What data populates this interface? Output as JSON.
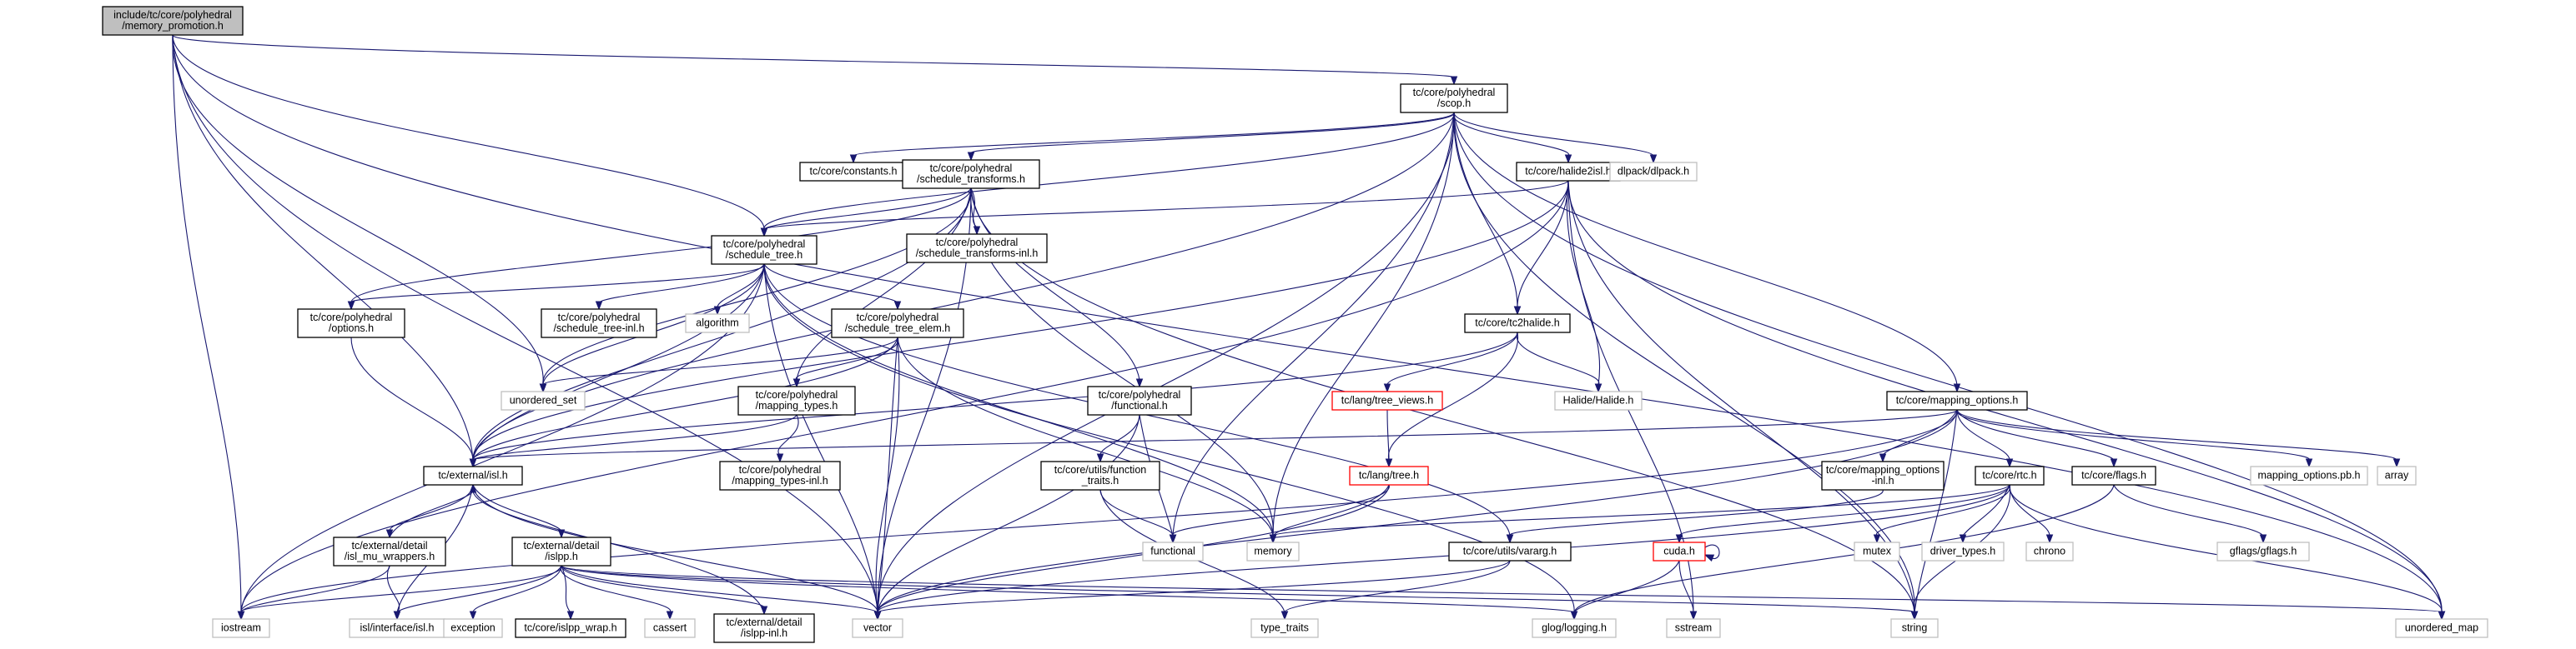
{
  "colors": {
    "edge": "#191970",
    "node_border": "#000000",
    "root_fill": "#bfbfbf",
    "system_border": "#bfbfbf",
    "truncated_border": "#ff0000",
    "text": "#000000"
  },
  "graph": {
    "nodes": [
      {
        "id": "memory_promotion",
        "lines": [
          "include/tc/core/polyhedral",
          "/memory_promotion.h"
        ],
        "style": "root"
      },
      {
        "id": "scop",
        "lines": [
          "tc/core/polyhedral",
          "/scop.h"
        ],
        "style": "normal"
      },
      {
        "id": "constants",
        "lines": [
          "tc/core/constants.h"
        ],
        "style": "normal"
      },
      {
        "id": "schedule_transforms",
        "lines": [
          "tc/core/polyhedral",
          "/schedule_transforms.h"
        ],
        "style": "normal"
      },
      {
        "id": "halide2isl",
        "lines": [
          "tc/core/halide2isl.h"
        ],
        "style": "normal"
      },
      {
        "id": "dlpack",
        "lines": [
          "dlpack/dlpack.h"
        ],
        "style": "system"
      },
      {
        "id": "schedule_transforms_inl",
        "lines": [
          "tc/core/polyhedral",
          "/schedule_transforms-inl.h"
        ],
        "style": "normal"
      },
      {
        "id": "schedule_tree",
        "lines": [
          "tc/core/polyhedral",
          "/schedule_tree.h"
        ],
        "style": "normal"
      },
      {
        "id": "options",
        "lines": [
          "tc/core/polyhedral",
          "/options.h"
        ],
        "style": "normal"
      },
      {
        "id": "schedule_tree_inl",
        "lines": [
          "tc/core/polyhedral",
          "/schedule_tree-inl.h"
        ],
        "style": "normal"
      },
      {
        "id": "algorithm",
        "lines": [
          "algorithm"
        ],
        "style": "system"
      },
      {
        "id": "schedule_tree_elem",
        "lines": [
          "tc/core/polyhedral",
          "/schedule_tree_elem.h"
        ],
        "style": "normal"
      },
      {
        "id": "tc2halide",
        "lines": [
          "tc/core/tc2halide.h"
        ],
        "style": "normal"
      },
      {
        "id": "unordered_set",
        "lines": [
          "unordered_set"
        ],
        "style": "system"
      },
      {
        "id": "mapping_types",
        "lines": [
          "tc/core/polyhedral",
          "/mapping_types.h"
        ],
        "style": "normal"
      },
      {
        "id": "functional_h",
        "lines": [
          "tc/core/polyhedral",
          "/functional.h"
        ],
        "style": "normal"
      },
      {
        "id": "tree_views",
        "lines": [
          "tc/lang/tree_views.h"
        ],
        "style": "truncated"
      },
      {
        "id": "halide_h",
        "lines": [
          "Halide/Halide.h"
        ],
        "style": "system"
      },
      {
        "id": "mapping_options",
        "lines": [
          "tc/core/mapping_options.h"
        ],
        "style": "normal"
      },
      {
        "id": "isl_h",
        "lines": [
          "tc/external/isl.h"
        ],
        "style": "normal"
      },
      {
        "id": "tree_h",
        "lines": [
          "tc/lang/tree.h"
        ],
        "style": "truncated"
      },
      {
        "id": "function_traits",
        "lines": [
          "tc/core/utils/function",
          "_traits.h"
        ],
        "style": "normal"
      },
      {
        "id": "mapping_types_inl",
        "lines": [
          "tc/core/polyhedral",
          "/mapping_types-inl.h"
        ],
        "style": "normal"
      },
      {
        "id": "mapping_options_inl",
        "lines": [
          "tc/core/mapping_options",
          "-inl.h"
        ],
        "style": "normal"
      },
      {
        "id": "rtc",
        "lines": [
          "tc/core/rtc.h"
        ],
        "style": "normal"
      },
      {
        "id": "flags",
        "lines": [
          "tc/core/flags.h"
        ],
        "style": "normal"
      },
      {
        "id": "mapping_options_pb",
        "lines": [
          "mapping_options.pb.h"
        ],
        "style": "system"
      },
      {
        "id": "array",
        "lines": [
          "array"
        ],
        "style": "system"
      },
      {
        "id": "isl_mu_wrappers",
        "lines": [
          "tc/external/detail",
          "/isl_mu_wrappers.h"
        ],
        "style": "normal"
      },
      {
        "id": "islpp",
        "lines": [
          "tc/external/detail",
          "/islpp.h"
        ],
        "style": "normal"
      },
      {
        "id": "functional",
        "lines": [
          "functional"
        ],
        "style": "system"
      },
      {
        "id": "memory",
        "lines": [
          "memory"
        ],
        "style": "system"
      },
      {
        "id": "vararg",
        "lines": [
          "tc/core/utils/vararg.h"
        ],
        "style": "normal"
      },
      {
        "id": "cuda_h",
        "lines": [
          "cuda.h"
        ],
        "style": "truncated"
      },
      {
        "id": "mutex",
        "lines": [
          "mutex"
        ],
        "style": "system"
      },
      {
        "id": "driver_types",
        "lines": [
          "driver_types.h"
        ],
        "style": "system"
      },
      {
        "id": "chrono",
        "lines": [
          "chrono"
        ],
        "style": "system"
      },
      {
        "id": "gflags",
        "lines": [
          "gflags/gflags.h"
        ],
        "style": "system"
      },
      {
        "id": "iostream",
        "lines": [
          "iostream"
        ],
        "style": "system"
      },
      {
        "id": "isl_interface",
        "lines": [
          "isl/interface/isl.h"
        ],
        "style": "system"
      },
      {
        "id": "exception",
        "lines": [
          "exception"
        ],
        "style": "system"
      },
      {
        "id": "islpp_wrap",
        "lines": [
          "tc/core/islpp_wrap.h"
        ],
        "style": "normal"
      },
      {
        "id": "cassert",
        "lines": [
          "cassert"
        ],
        "style": "system"
      },
      {
        "id": "islpp_inl",
        "lines": [
          "tc/external/detail",
          "/islpp-inl.h"
        ],
        "style": "normal"
      },
      {
        "id": "vector",
        "lines": [
          "vector"
        ],
        "style": "system"
      },
      {
        "id": "type_traits",
        "lines": [
          "type_traits"
        ],
        "style": "system"
      },
      {
        "id": "glog",
        "lines": [
          "glog/logging.h"
        ],
        "style": "system"
      },
      {
        "id": "sstream",
        "lines": [
          "sstream"
        ],
        "style": "system"
      },
      {
        "id": "string",
        "lines": [
          "string"
        ],
        "style": "system"
      },
      {
        "id": "unordered_map",
        "lines": [
          "unordered_map"
        ],
        "style": "system"
      }
    ],
    "edges": [
      [
        "memory_promotion",
        "scop"
      ],
      [
        "memory_promotion",
        "schedule_tree"
      ],
      [
        "memory_promotion",
        "isl_h"
      ],
      [
        "memory_promotion",
        "unordered_set"
      ],
      [
        "memory_promotion",
        "iostream"
      ],
      [
        "memory_promotion",
        "vector"
      ],
      [
        "memory_promotion",
        "unordered_map"
      ],
      [
        "scop",
        "constants"
      ],
      [
        "scop",
        "schedule_transforms"
      ],
      [
        "scop",
        "halide2isl"
      ],
      [
        "scop",
        "dlpack"
      ],
      [
        "scop",
        "schedule_tree"
      ],
      [
        "scop",
        "isl_h"
      ],
      [
        "scop",
        "tc2halide"
      ],
      [
        "scop",
        "mapping_options"
      ],
      [
        "scop",
        "functional"
      ],
      [
        "scop",
        "memory"
      ],
      [
        "scop",
        "vector"
      ],
      [
        "scop",
        "string"
      ],
      [
        "scop",
        "unordered_map"
      ],
      [
        "schedule_transforms",
        "schedule_transforms_inl"
      ],
      [
        "schedule_transforms",
        "schedule_tree"
      ],
      [
        "schedule_transforms",
        "options"
      ],
      [
        "schedule_transforms",
        "functional_h"
      ],
      [
        "schedule_transforms",
        "mapping_types"
      ],
      [
        "schedule_transforms",
        "isl_h"
      ],
      [
        "schedule_transforms",
        "unordered_set"
      ],
      [
        "schedule_transforms",
        "memory"
      ],
      [
        "schedule_transforms",
        "vector"
      ],
      [
        "schedule_transforms",
        "string"
      ],
      [
        "halide2isl",
        "schedule_tree"
      ],
      [
        "halide2isl",
        "tc2halide"
      ],
      [
        "halide2isl",
        "isl_h"
      ],
      [
        "halide2isl",
        "halide_h"
      ],
      [
        "halide2isl",
        "sstream"
      ],
      [
        "halide2isl",
        "string"
      ],
      [
        "halide2isl",
        "unordered_map"
      ],
      [
        "halide2isl",
        "iostream"
      ],
      [
        "schedule_tree",
        "options"
      ],
      [
        "schedule_tree",
        "schedule_tree_inl"
      ],
      [
        "schedule_tree",
        "algorithm"
      ],
      [
        "schedule_tree",
        "schedule_tree_elem"
      ],
      [
        "schedule_tree",
        "isl_h"
      ],
      [
        "schedule_tree",
        "unordered_set"
      ],
      [
        "schedule_tree",
        "vararg"
      ],
      [
        "schedule_tree",
        "glog"
      ],
      [
        "schedule_tree",
        "memory"
      ],
      [
        "schedule_tree",
        "vector"
      ],
      [
        "schedule_tree",
        "iostream"
      ],
      [
        "options",
        "isl_h"
      ],
      [
        "schedule_tree_elem",
        "mapping_types"
      ],
      [
        "schedule_tree_elem",
        "isl_h"
      ],
      [
        "schedule_tree_elem",
        "unordered_set"
      ],
      [
        "schedule_tree_elem",
        "memory"
      ],
      [
        "schedule_tree_elem",
        "vector"
      ],
      [
        "tc2halide",
        "tree_views"
      ],
      [
        "tc2halide",
        "tree_h"
      ],
      [
        "tc2halide",
        "halide_h"
      ],
      [
        "tc2halide",
        "isl_h"
      ],
      [
        "mapping_types",
        "mapping_types_inl"
      ],
      [
        "mapping_types",
        "isl_h"
      ],
      [
        "functional_h",
        "function_traits"
      ],
      [
        "functional_h",
        "functional"
      ],
      [
        "functional_h",
        "vector"
      ],
      [
        "tree_views",
        "tree_h"
      ],
      [
        "tree_h",
        "functional"
      ],
      [
        "tree_h",
        "memory"
      ],
      [
        "tree_h",
        "vector"
      ],
      [
        "mapping_options",
        "isl_h"
      ],
      [
        "mapping_options",
        "mapping_options_inl"
      ],
      [
        "mapping_options",
        "rtc"
      ],
      [
        "mapping_options",
        "flags"
      ],
      [
        "mapping_options",
        "mapping_options_pb"
      ],
      [
        "mapping_options",
        "array"
      ],
      [
        "mapping_options",
        "iostream"
      ],
      [
        "mapping_options",
        "string"
      ],
      [
        "mapping_options",
        "vector"
      ],
      [
        "mapping_options_inl",
        "vararg"
      ],
      [
        "rtc",
        "memory"
      ],
      [
        "rtc",
        "cuda_h"
      ],
      [
        "rtc",
        "mutex"
      ],
      [
        "rtc",
        "driver_types"
      ],
      [
        "rtc",
        "chrono"
      ],
      [
        "rtc",
        "string"
      ],
      [
        "rtc",
        "unordered_map"
      ],
      [
        "rtc",
        "vector"
      ],
      [
        "flags",
        "gflags"
      ],
      [
        "flags",
        "glog"
      ],
      [
        "isl_h",
        "isl_mu_wrappers"
      ],
      [
        "isl_h",
        "islpp"
      ],
      [
        "isl_h",
        "isl_interface"
      ],
      [
        "isl_h",
        "vector"
      ],
      [
        "isl_mu_wrappers",
        "isl_h"
      ],
      [
        "isl_mu_wrappers",
        "isl_interface"
      ],
      [
        "isl_mu_wrappers",
        "iostream"
      ],
      [
        "islpp",
        "iostream"
      ],
      [
        "islpp",
        "isl_interface"
      ],
      [
        "islpp",
        "exception"
      ],
      [
        "islpp",
        "islpp_wrap"
      ],
      [
        "islpp",
        "cassert"
      ],
      [
        "islpp",
        "islpp_inl"
      ],
      [
        "islpp",
        "vector"
      ],
      [
        "islpp",
        "string"
      ],
      [
        "islpp",
        "unordered_map"
      ],
      [
        "islpp",
        "glog"
      ],
      [
        "islpp_inl",
        "isl_h"
      ],
      [
        "function_traits",
        "functional"
      ],
      [
        "function_traits",
        "type_traits"
      ],
      [
        "vararg",
        "vector"
      ],
      [
        "vararg",
        "type_traits"
      ],
      [
        "cuda_h",
        "cuda_h"
      ],
      [
        "cuda_h",
        "glog"
      ],
      [
        "cuda_h",
        "sstream"
      ],
      [
        "schedule_tree_elem",
        "vector"
      ]
    ]
  }
}
